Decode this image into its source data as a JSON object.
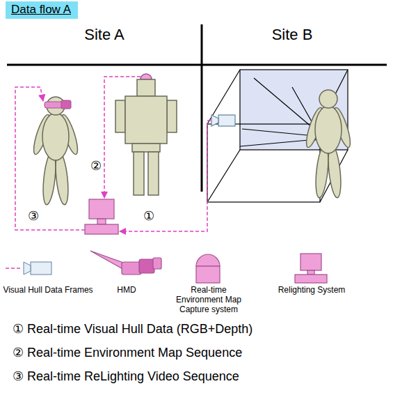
{
  "diagram": {
    "title": "Data flow A",
    "labels": [
      "Site A",
      "Site B",
      "②",
      "③",
      "①",
      "① Real-time Visual Hull Data (RGB+Depth)",
      "② Real-time Environment Map Sequence",
      "③ Real-time ReLighting Video Sequence"
    ],
    "legend": [
      {
        "text": "Visual Hull Data Frames"
      },
      {
        "text": "HMD"
      },
      {
        "text": "Real-time Environment Map Capture system"
      },
      {
        "text": "Relighting System"
      }
    ]
  }
}
